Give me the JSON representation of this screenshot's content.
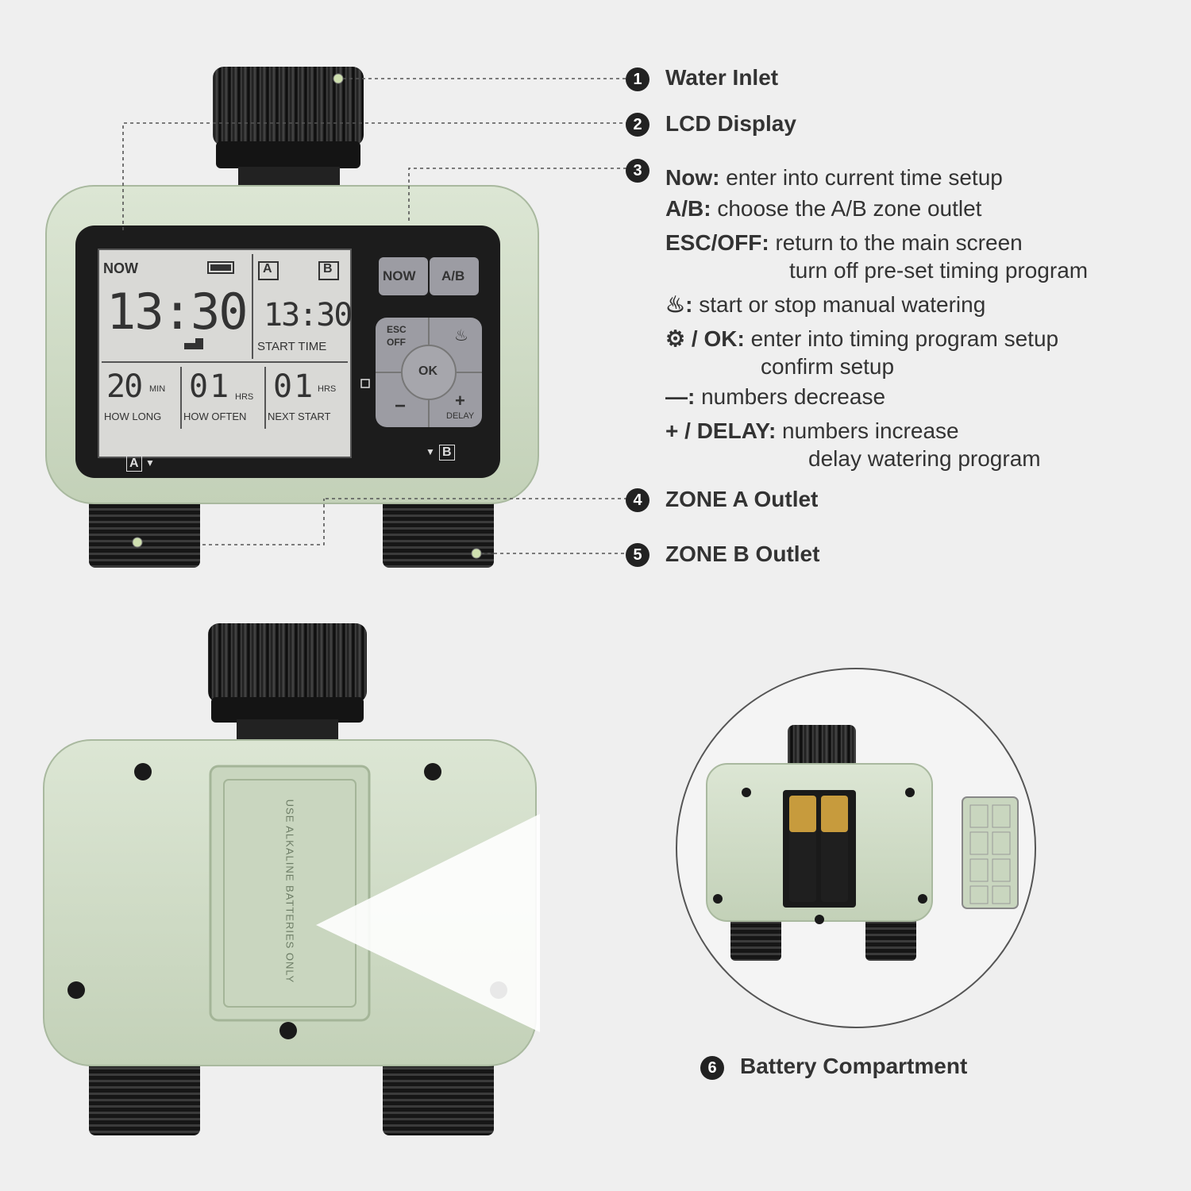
{
  "callouts": [
    {
      "num": "1",
      "title": "Water Inlet"
    },
    {
      "num": "2",
      "title": "LCD Display"
    },
    {
      "num": "3",
      "title": ""
    },
    {
      "num": "4",
      "title": "ZONE A Outlet"
    },
    {
      "num": "5",
      "title": "ZONE B Outlet"
    },
    {
      "num": "6",
      "title": "Battery Compartment"
    }
  ],
  "descriptions": [
    {
      "key": "Now:",
      "text": "enter into current time setup"
    },
    {
      "key": "A/B:",
      "text": "choose the A/B zone outlet"
    },
    {
      "key": "ESC/OFF:",
      "text": "return to the main screen"
    },
    {
      "key": "",
      "text": "turn off pre-set timing program"
    },
    {
      "key": ":",
      "text": "start or stop manual watering"
    },
    {
      "key": "/ OK:",
      "text": "enter into timing program setup"
    },
    {
      "key": "",
      "text": "confirm setup"
    },
    {
      "key": "—:",
      "text": "numbers decrease"
    },
    {
      "key": "+ / DELAY:",
      "text": "numbers increase"
    },
    {
      "key": "",
      "text": "delay watering program"
    }
  ],
  "lcd": {
    "now_label": "NOW",
    "zone_a": "A",
    "zone_b": "B",
    "clock": "13:30",
    "start_time": "13:30",
    "start_time_label": "START TIME",
    "how_long_value": "20",
    "how_long_unit": "MIN",
    "how_long_label": "HOW LONG",
    "how_often_value": "01",
    "how_often_unit": "HRS",
    "how_often_label": "HOW OFTEN",
    "next_start_value": "01",
    "next_start_unit": "HRS",
    "next_start_label": "NEXT START"
  },
  "buttons": {
    "now": "NOW",
    "ab": "A/B",
    "esc_off_1": "ESC",
    "esc_off_2": "OFF",
    "ok": "OK",
    "minus": "−",
    "plus": "+",
    "delay": "DELAY"
  },
  "outlet_labels": {
    "a": "A",
    "b": "B"
  },
  "battery_label": "USE ALKALINE BATTERIES ONLY",
  "colors": {
    "body": "#cfdcc6",
    "body_dark": "#b9c8ae",
    "bezel": "#1c1c1c",
    "lcd": "#d9d9d6",
    "button": "#9c9ca3"
  }
}
